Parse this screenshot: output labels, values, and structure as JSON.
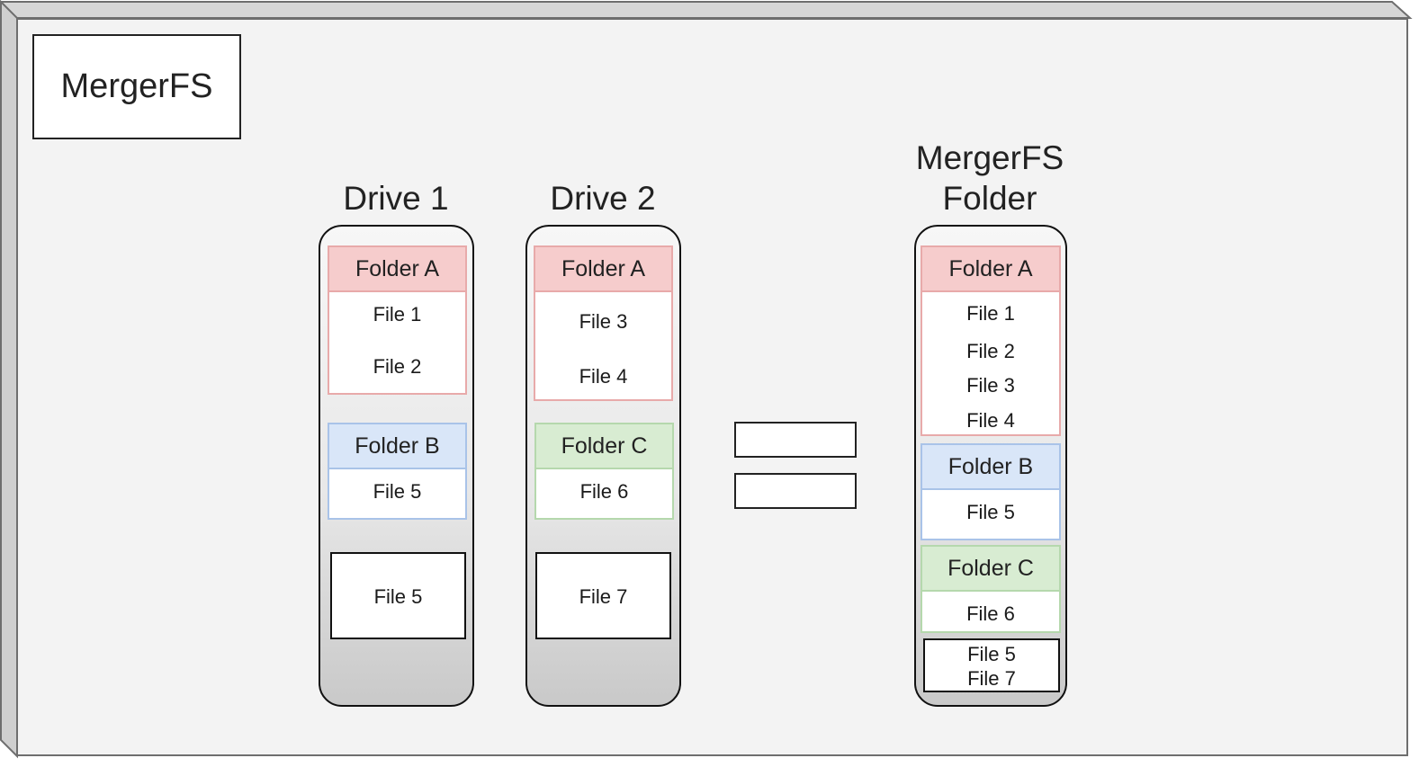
{
  "title": "MergerFS",
  "drive1": {
    "label": "Drive 1",
    "folder_a": {
      "name": "Folder A",
      "files": [
        "File 1",
        "File 2"
      ]
    },
    "folder_b": {
      "name": "Folder B",
      "files": [
        "File 5"
      ]
    },
    "loose_file": "File 5"
  },
  "drive2": {
    "label": "Drive 2",
    "folder_a": {
      "name": "Folder A",
      "files": [
        "File 3",
        "File 4"
      ]
    },
    "folder_c": {
      "name": "Folder C",
      "files": [
        "File 6"
      ]
    },
    "loose_file": "File 7"
  },
  "merged": {
    "label_line1": "MergerFS",
    "label_line2": "Folder",
    "folder_a": {
      "name": "Folder A",
      "files": [
        "File 1",
        "File 2",
        "File 3",
        "File 4"
      ]
    },
    "folder_b": {
      "name": "Folder B",
      "files": [
        "File 5"
      ]
    },
    "folder_c": {
      "name": "Folder C",
      "files": [
        "File 6"
      ]
    },
    "loose_files": [
      "File 5",
      "File 7"
    ]
  },
  "colors": {
    "folder_a": "#f6cccc",
    "folder_b": "#d9e6f8",
    "folder_c": "#d8ecd2"
  }
}
